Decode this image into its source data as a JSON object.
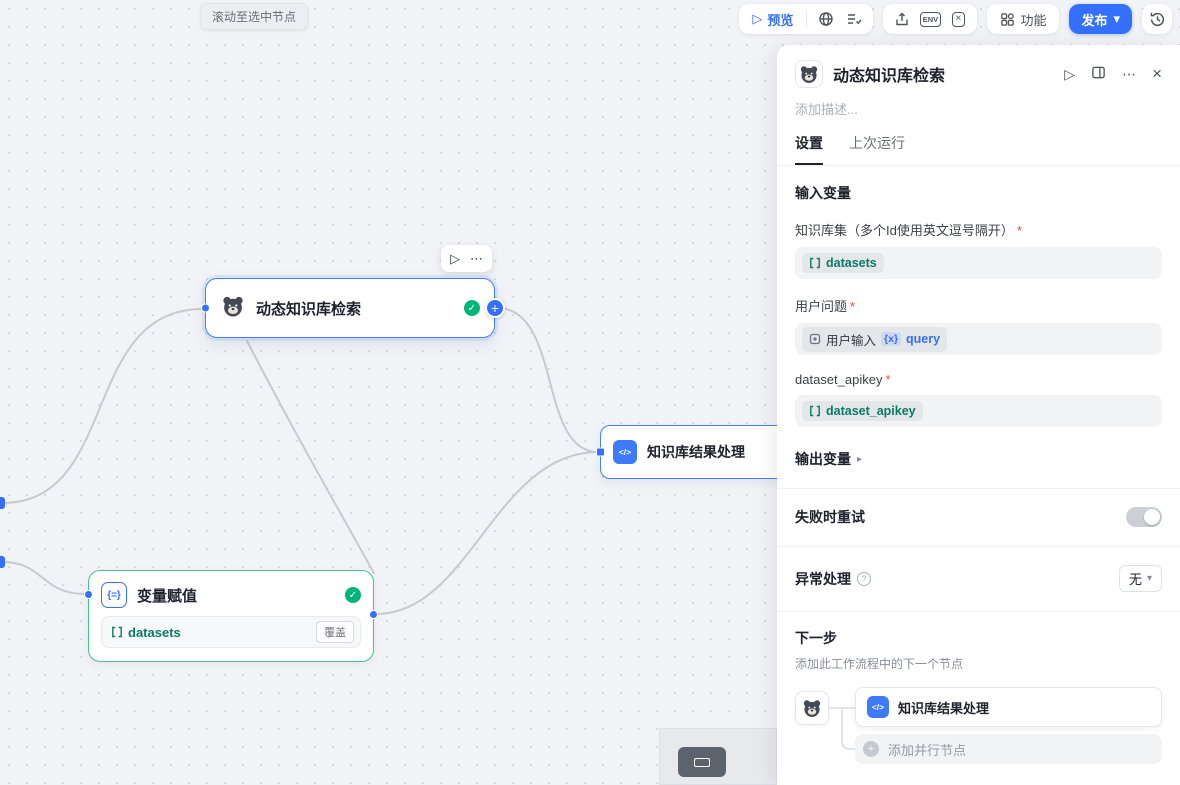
{
  "canvas": {
    "tooltip": "滚动至选中节点",
    "node_retrieval": {
      "title": "动态知识库检索"
    },
    "node_processing": {
      "title": "知识库结果处理"
    },
    "node_assign": {
      "title": "变量赋值",
      "tag": "datasets",
      "badge": "覆盖"
    }
  },
  "toolbar": {
    "preview": "预览",
    "env": "ENV",
    "features": "功能",
    "publish": "发布"
  },
  "panel": {
    "title": "动态知识库检索",
    "desc_placeholder": "添加描述...",
    "tab_settings": "设置",
    "tab_last_run": "上次运行",
    "input_vars_title": "输入变量",
    "required_mark": "*",
    "field_dataset": {
      "label": "知识库集（多个Id使用英文逗号隔开）",
      "value": "datasets"
    },
    "field_query": {
      "label": "用户问题",
      "ref_source": "用户输入",
      "ref_var_badge": "{x}",
      "ref_var": "query"
    },
    "field_apikey": {
      "label": "dataset_apikey",
      "value": "dataset_apikey"
    },
    "output_vars_title": "输出变量",
    "retry_title": "失败时重试",
    "exception_title": "异常处理",
    "exception_value": "无",
    "next_title": "下一步",
    "next_desc": "添加此工作流程中的下一个节点",
    "next_node": "知识库结果处理",
    "add_parallel": "添加并行节点"
  },
  "icons": {
    "play": "▷",
    "more": "⋯",
    "close": "×",
    "plus": "+",
    "check": "✓",
    "code_glyph": "</>",
    "assign_glyph": "{=}",
    "caret_down": "▾",
    "caret_right": "▸",
    "var_x": "×",
    "info": "?"
  },
  "colors": {
    "primary": "#3370ff",
    "success": "#00b578",
    "selected_border": "#4080ff",
    "assign_border": "#49c08b"
  }
}
